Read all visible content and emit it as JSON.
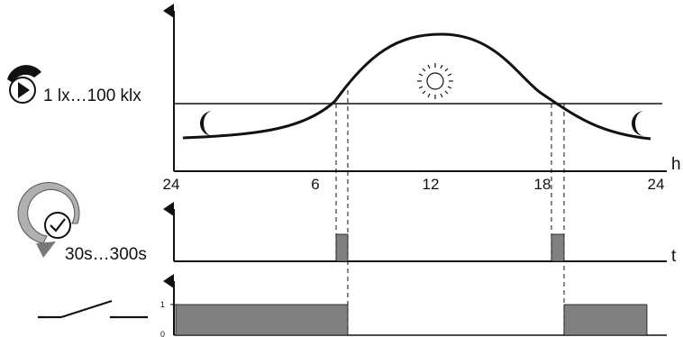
{
  "colors": {
    "line": "#111111",
    "pulse_fill": "#808080",
    "background": "#ffffff"
  },
  "icons": {
    "light_sensor": "light-sensor-dial-icon",
    "timer": "timer-clock-icon",
    "contact": "switch-contact-icon",
    "sun": "sun-icon",
    "moon": "moon-icon"
  },
  "light_panel": {
    "threshold_label": "1 lx…100 klx",
    "axis_unit": "h",
    "hour_ticks": [
      "24",
      "6",
      "12",
      "18",
      "24"
    ]
  },
  "timer_panel": {
    "delay_label": "30s…300s",
    "axis_unit": "t"
  },
  "output_panel": {
    "level_labels": [
      "1",
      "0"
    ]
  },
  "chart_data": {
    "type": "line",
    "x_unit": "h",
    "x_ticks": [
      24,
      6,
      12,
      18,
      24
    ],
    "crossings_h": [
      7,
      19
    ],
    "output_on_h": [
      [
        0,
        7.5
      ],
      [
        19.5,
        24
      ]
    ],
    "output_levels": [
      0,
      1
    ]
  }
}
